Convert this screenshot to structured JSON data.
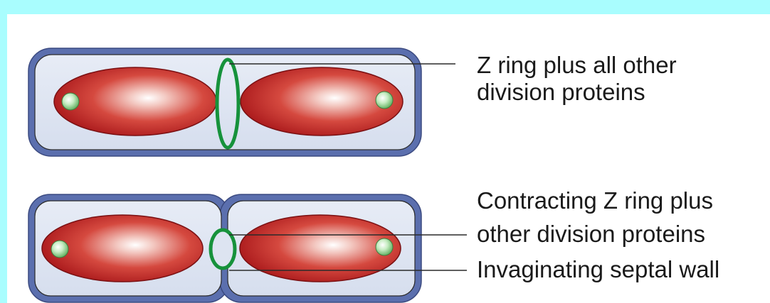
{
  "labels": {
    "z_ring": [
      "Z ring plus all other",
      "division proteins"
    ],
    "contracting": [
      "Contracting Z ring plus",
      "other division proteins"
    ],
    "septal_wall": "Invaginating septal wall"
  },
  "colors": {
    "background_band": "#a9fdfe",
    "cell_wall": "#5b6fae",
    "cytoplasm": "#dde4f1",
    "nucleoid": "#b3191c",
    "z_ring": "#16923b",
    "granule": "#8fd08a"
  }
}
